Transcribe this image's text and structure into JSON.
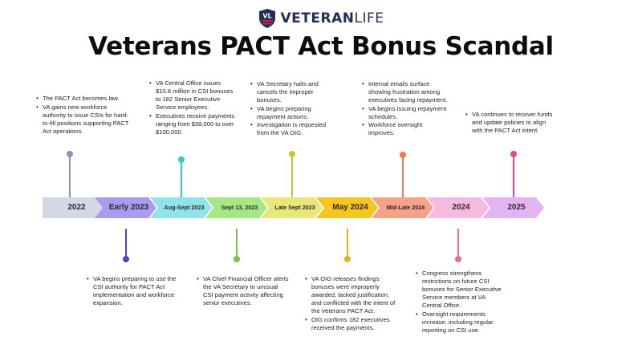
{
  "brand": {
    "name_bold": "VETERAN",
    "name_light": "LIFE",
    "shield_initials": "VL",
    "colors": {
      "navy": "#1f2f56",
      "red": "#c8202f"
    }
  },
  "title": "Veterans PACT Act Bonus Scandal",
  "timeline": [
    {
      "label": "2022",
      "color": "#d3d8e6"
    },
    {
      "label": "Early 2023",
      "color": "#a99cf0"
    },
    {
      "label": "Aug-Sept 2023",
      "color": "#8fe3ea"
    },
    {
      "label": "Sept 13, 2023",
      "color": "#a7e783"
    },
    {
      "label": "Late Sept 2023",
      "color": "#e9e67a"
    },
    {
      "label": "May 2024",
      "color": "#f7c51e"
    },
    {
      "label": "Mid-Late 2024",
      "color": "#f7a186"
    },
    {
      "label": "2024",
      "color": "#f6b9df"
    },
    {
      "label": "2025",
      "color": "#e2b4f3"
    }
  ],
  "connector_colors": [
    "#8f93b5",
    "#5b3fc4",
    "#33c9cf",
    "#7cc24a",
    "#cdc131",
    "#e8b21e",
    "#ee7a4d",
    "#ea6f86",
    "#e5478f"
  ],
  "events": {
    "e2022": [
      "The PACT Act becomes law.",
      "VA gains new workforce authority to issue CSIs for hard-to-fill positions supporting PACT Act operations."
    ],
    "e_early2023": [
      "VA begins preparing to use the CSI authority for PACT Act implementation and workforce expansion."
    ],
    "e_augsept2023": [
      "VA Central Office issues $10.8 million in CSI bonuses to 182 Senior Executive Service employees.",
      "Executives receive payments ranging from $39,000 to over $100,000."
    ],
    "e_sept13": [
      "VA Chief Financial Officer alerts the VA Secretary to unusual CSI payment activity affecting senior executives."
    ],
    "e_latesept": [
      "VA Secretary halts and cancels the improper bonuses.",
      "VA begins preparing repayment actions.",
      "Investigation is requested from the VA OIG."
    ],
    "e_may2024": [
      "VA OIG releases findings: bonuses were improperly awarded, lacked justification, and conflicted with the intent of the Veterans PACT Act.",
      "OIG confirms 182 executives received the payments."
    ],
    "e_midlate2024": [
      "Internal emails surface showing frustration among executives facing repayment.",
      "VA begins issuing repayment schedules.",
      "Workforce oversight improves."
    ],
    "e_2024": [
      "Congress strengthens restrictions on future CSI bonuses for Senior Executive Service members at VA Central Office.",
      "Oversight requirements increase, including regular reporting on CSI use."
    ],
    "e_2025": [
      "VA continues to recover funds and update policies to align with the PACT Act intent."
    ]
  }
}
